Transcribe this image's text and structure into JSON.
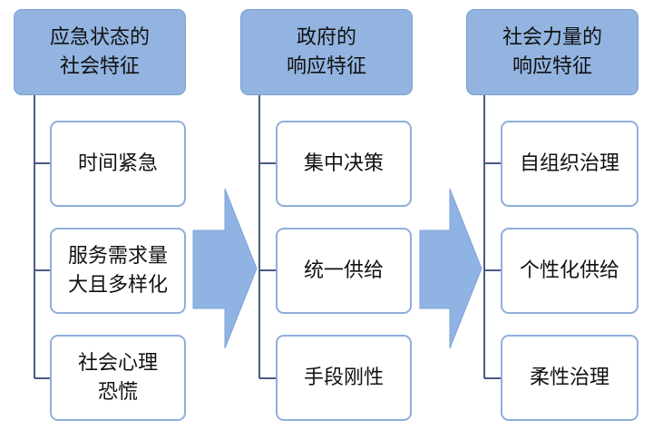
{
  "columns": [
    {
      "title": "应急状态的\n社会特征",
      "items": [
        "时间紧急",
        "服务需求量\n大且多样化",
        "社会心理\n恐慌"
      ]
    },
    {
      "title": "政府的\n响应特征",
      "items": [
        "集中决策",
        "统一供给",
        "手段刚性"
      ]
    },
    {
      "title": "社会力量的\n响应特征",
      "items": [
        "自组织治理",
        "个性化供给",
        "柔性治理"
      ]
    }
  ],
  "colors": {
    "header_fill": "#93b4e0",
    "item_border": "#90aedb",
    "connector_line": "#4a5a80",
    "arrow_fill": "#8fb3e3"
  }
}
